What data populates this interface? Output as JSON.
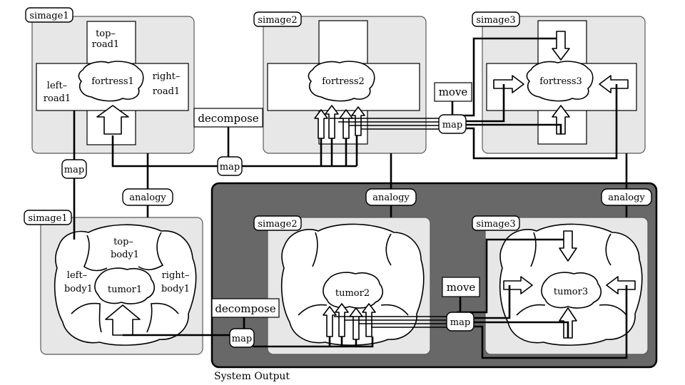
{
  "top_row": {
    "simage1": {
      "tag": "simage1",
      "top": [
        "top–",
        "road1"
      ],
      "left": [
        "left–",
        "road1"
      ],
      "right": [
        "right–",
        "road1"
      ],
      "center": "fortress1"
    },
    "simage2": {
      "tag": "simage2",
      "center": "fortress2"
    },
    "simage3": {
      "tag": "simage3",
      "center": "fortress3"
    },
    "decompose": "decompose",
    "move": "move",
    "map_left": "map",
    "map_mid": "map",
    "map_right": "map",
    "analogy": "analogy"
  },
  "bottom_row": {
    "simage1": {
      "tag": "simage1",
      "top": [
        "top–",
        "body1"
      ],
      "left": [
        "left–",
        "body1"
      ],
      "right": [
        "right–",
        "body1"
      ],
      "center": "tumor1"
    },
    "simage2": {
      "tag": "simage2",
      "center": "tumor2"
    },
    "simage3": {
      "tag": "simage3",
      "center": "tumor3"
    },
    "decompose": "decompose",
    "move": "move",
    "map_left": "map",
    "map_right": "map",
    "analogy_mid": "analogy",
    "analogy_right": "analogy"
  },
  "caption": "System Output",
  "colors": {
    "system_output_bg": "#686868",
    "panel_bg": "#e7e7e7"
  }
}
